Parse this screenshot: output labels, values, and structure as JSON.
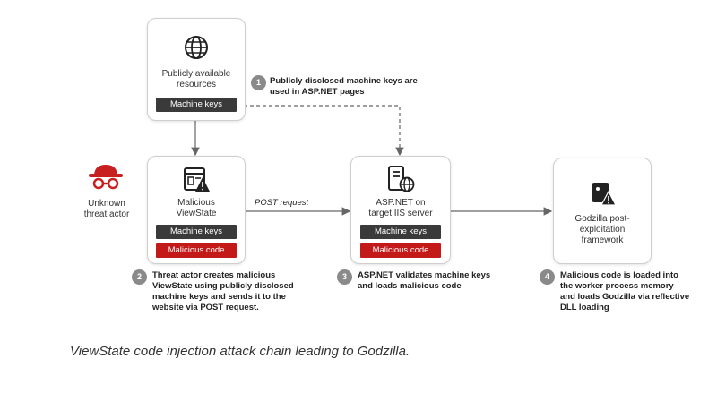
{
  "top_resource": {
    "label_line1": "Publicly available",
    "label_line2": "resources",
    "pill": "Machine keys",
    "icon": "globe-icon"
  },
  "step1": {
    "number": "1",
    "line1": "Publicly disclosed machine keys are",
    "line2": "used in ASP.NET pages"
  },
  "actor": {
    "line1": "Unknown",
    "line2": "threat actor",
    "icon": "threat-actor-icon"
  },
  "viewstate_box": {
    "label_line1": "Malicious",
    "label_line2": "ViewState",
    "pill_keys": "Machine keys",
    "pill_code": "Malicious code",
    "icon": "malicious-viewstate-icon"
  },
  "post_request": "POST request",
  "server_box": {
    "label_line1": "ASP.NET on",
    "label_line2": "target IIS server",
    "pill_keys": "Machine keys",
    "pill_code": "Malicious code",
    "icon": "server-globe-icon"
  },
  "godzilla_box": {
    "label_line1": "Godzilla post-",
    "label_line2": "exploitation",
    "label_line3": "framework",
    "icon": "godzilla-warning-icon"
  },
  "step2": {
    "number": "2",
    "line1": "Threat actor creates malicious",
    "line2": "ViewState using publicly disclosed",
    "line3": "machine keys and sends it to the",
    "line4": "website via POST request."
  },
  "step3": {
    "number": "3",
    "line1": "ASP.NET validates machine keys",
    "line2": "and loads malicious code"
  },
  "step4": {
    "number": "4",
    "line1": "Malicious code is loaded into",
    "line2": "the worker process memory",
    "line3": "and loads Godzilla via reflective",
    "line4": "DLL loading"
  },
  "caption": "ViewState code injection attack chain leading to Godzilla.",
  "colors": {
    "dark_pill": "#3a3a3a",
    "red_pill": "#c31919",
    "badge": "#8a8a8a",
    "actor_red": "#c82020",
    "arrow": "#666666"
  }
}
